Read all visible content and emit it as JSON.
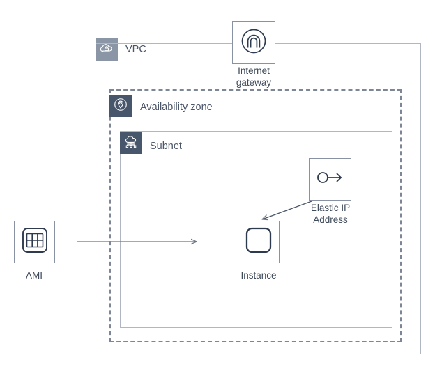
{
  "diagram": {
    "title": "AWS VPC architecture with AMI, Instance, Elastic IP and Internet gateway",
    "type": "aws-architecture-diagram",
    "background_color": "#ffffff"
  },
  "colors": {
    "vpc_badge": "#8a96a5",
    "zone_badge": "#48566b",
    "subnet_badge": "#48566b",
    "solid_border": "#b0b7c3",
    "dashed_border": "#7d8694",
    "node_border": "#8892a4",
    "icon_stroke": "#2e3b4e",
    "label_text": "#4a5568",
    "node_text": "#3f4a5a",
    "arrow": "#6b7686"
  },
  "groups": [
    {
      "key": "vpc",
      "label": "VPC",
      "icon_name": "vpc-cloud-lock-icon",
      "border_style": "solid"
    },
    {
      "key": "availability_zone",
      "label": "Availability zone",
      "icon_name": "availability-zone-pin-icon",
      "border_style": "dashed"
    },
    {
      "key": "subnet",
      "label": "Subnet",
      "icon_name": "subnet-cloud-network-icon",
      "border_style": "solid"
    }
  ],
  "nodes": [
    {
      "key": "internet_gateway",
      "label": "Internet\ngateway",
      "icon_name": "internet-gateway-icon"
    },
    {
      "key": "elastic_ip",
      "label": "Elastic IP\nAddress",
      "icon_name": "elastic-ip-address-icon"
    },
    {
      "key": "instance",
      "label": "Instance",
      "icon_name": "ec2-instance-icon"
    },
    {
      "key": "ami",
      "label": "AMI",
      "icon_name": "ami-icon"
    }
  ],
  "connectors": [
    {
      "key": "ami_to_instance",
      "from": "AMI",
      "to": "Instance",
      "style": "solid-arrow",
      "direction": "right"
    },
    {
      "key": "elastic_ip_to_instance",
      "from": "Elastic IP Address",
      "to": "Instance",
      "style": "solid-arrow",
      "direction": "down-left"
    },
    {
      "key": "internet_gateway_attachment",
      "from": "Internet gateway",
      "to": "VPC",
      "style": "line",
      "direction": "horizontal"
    }
  ]
}
